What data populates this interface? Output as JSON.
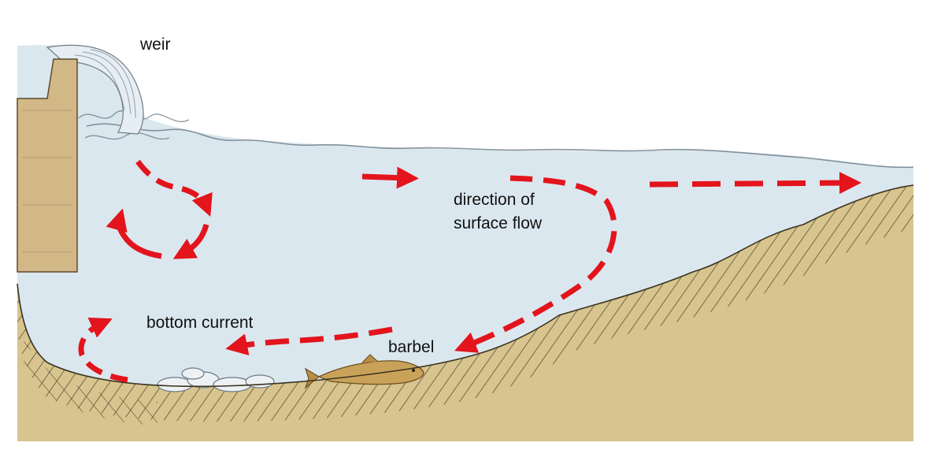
{
  "labels": {
    "weir": "weir",
    "surface_flow_line1": "direction of",
    "surface_flow_line2": "surface flow",
    "bottom_current": "bottom current",
    "barbel": "barbel"
  },
  "colors": {
    "background": "#ffffff",
    "water": "#dbe7ef",
    "bank": "#d8c48e",
    "bank_hatch": "#3a3320",
    "weir_wall": "#d2b887",
    "arrow": "#e3141c",
    "fish": "#c9a25a",
    "stones": "#eef1f3"
  },
  "icons": {
    "weir": "weir-wall-icon",
    "fish": "barbel-fish-icon",
    "stones": "riverbed-stones-icon"
  }
}
